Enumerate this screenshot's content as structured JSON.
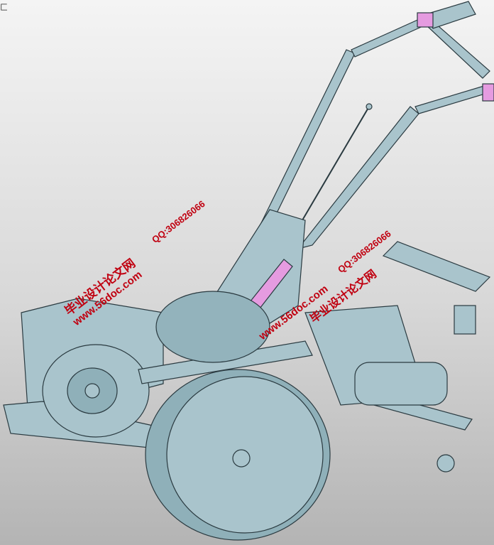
{
  "corner_mark": "匚",
  "watermarks": [
    {
      "title": "毕业设计论文网",
      "url": "www.56doc.com",
      "qq": "QQ:306826066"
    },
    {
      "title": "毕业设计论文网",
      "url": "www.56doc.com",
      "qq": "QQ:306826066"
    }
  ],
  "colors": {
    "body": "#a9c4cc",
    "edge": "#2a3a40",
    "accent": "#e59be0",
    "watermark": "#c00010"
  }
}
